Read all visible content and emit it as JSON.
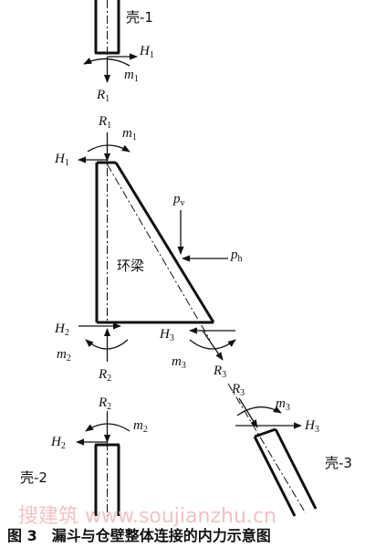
{
  "shells": {
    "shell1": "壳-1",
    "shell2": "壳-2",
    "shell3": "壳-3"
  },
  "ring_beam": "环梁",
  "forces": {
    "H1": {
      "base": "H",
      "sub": "1"
    },
    "m1": {
      "base": "m",
      "sub": "1"
    },
    "R1": {
      "base": "R",
      "sub": "1"
    },
    "H2": {
      "base": "H",
      "sub": "2"
    },
    "m2": {
      "base": "m",
      "sub": "2"
    },
    "R2": {
      "base": "R",
      "sub": "2"
    },
    "H3": {
      "base": "H",
      "sub": "3"
    },
    "m3": {
      "base": "m",
      "sub": "3"
    },
    "R3": {
      "base": "R",
      "sub": "3"
    },
    "pv": {
      "base": "p",
      "sub": "v"
    },
    "ph": {
      "base": "p",
      "sub": "h"
    }
  },
  "caption": "图 3　漏斗与仓壁整体连接的内力示意图",
  "watermark": "搜建筑 www.soujianzhu.cn"
}
